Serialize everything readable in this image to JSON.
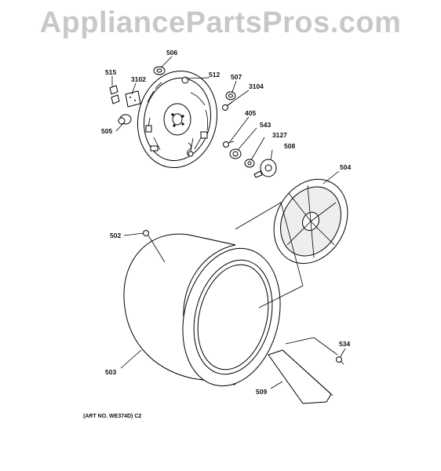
{
  "watermark": "AppliancePartsPros.com",
  "art_number": "(ART NO. WE374D) C2",
  "callouts": {
    "p506": "506",
    "p515": "515",
    "p3102": "3102",
    "p512": "512",
    "p507": "507",
    "p3104": "3104",
    "p505": "505",
    "p405": "405",
    "p543": "543",
    "p3127": "3127",
    "p508": "508",
    "p504": "504",
    "p502": "502",
    "p503": "503",
    "p534": "534",
    "p509": "509"
  }
}
